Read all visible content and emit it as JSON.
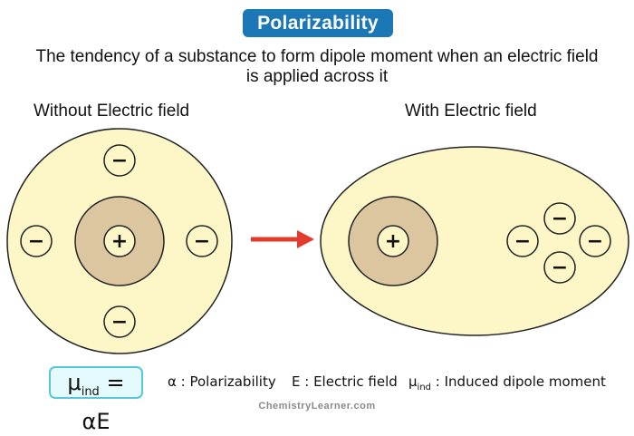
{
  "title": "Polarizability",
  "subtitle": {
    "line1": "The tendency of a substance to form dipole moment when an electric field",
    "line2": "is applied across it"
  },
  "panels": {
    "left_label": "Without Electric field",
    "right_label": "With Electric field"
  },
  "charges": {
    "positive": "+",
    "negative": "−"
  },
  "equation": {
    "symbol": "μ",
    "subscript": "ind",
    "rhs": "= αE"
  },
  "legend": {
    "alpha": "α : Polarizability",
    "field": "E : Electric field",
    "mu_symbol": "μ",
    "mu_subscript": "ind",
    "mu_text": ": Induced dipole moment"
  },
  "credit": "ChemistryLearner.com",
  "colors": {
    "cloud": "#fdf7c8",
    "nucleus": "#dcc69f",
    "title_bg": "#1b77b6",
    "arrow": "#e23b2e",
    "eq_bg": "#e4fafc",
    "eq_border": "#59c6dc"
  }
}
